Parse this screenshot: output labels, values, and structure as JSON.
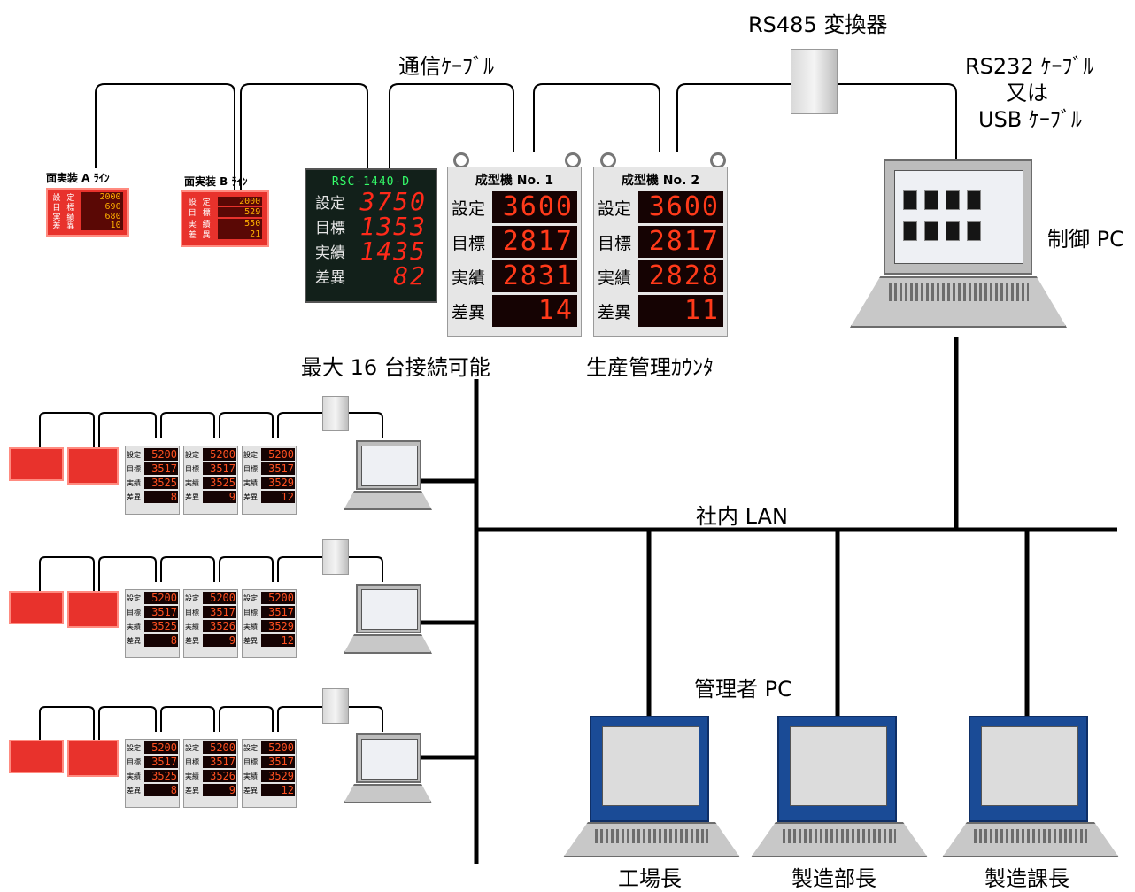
{
  "labels": {
    "converter": "RS485 変換器",
    "comm_cable": "通信ｹｰﾌﾞﾙ",
    "rs232_line1": "RS232 ｹｰﾌﾞﾙ",
    "rs232_line2": "又は",
    "rs232_line3": "USB ｹｰﾌﾞﾙ",
    "control_pc": "制御 PC",
    "max_units": "最大 16 台接続可能",
    "production_counter": "生産管理ｶｳﾝﾀ",
    "lan": "社内 LAN",
    "admin_pc": "管理者 PC",
    "pc_factory": "工場長",
    "pc_mfg_dept": "製造部長",
    "pc_mfg_section": "製造課長"
  },
  "boards": {
    "line_a": {
      "title": "面実装 A ﾗｲﾝ",
      "rows": [
        {
          "k": "設 定",
          "v": "2000"
        },
        {
          "k": "目 標",
          "v": "690"
        },
        {
          "k": "実 績",
          "v": "680"
        },
        {
          "k": "差 異",
          "v": "10"
        }
      ]
    },
    "line_b": {
      "title": "面実装 B ﾗｲﾝ",
      "rows": [
        {
          "k": "設 定",
          "v": "2000"
        },
        {
          "k": "目 標",
          "v": "529"
        },
        {
          "k": "実 績",
          "v": "550"
        },
        {
          "k": "差 異",
          "v": "21"
        }
      ]
    },
    "rsc": {
      "header": "RSC-1440-D",
      "rows": [
        {
          "k": "設定",
          "v": "3750"
        },
        {
          "k": "目標",
          "v": "1353"
        },
        {
          "k": "実績",
          "v": "1435"
        },
        {
          "k": "差異",
          "v": "82"
        }
      ]
    },
    "mold1": {
      "title": "成型機 No. 1",
      "rows": [
        {
          "k": "設定",
          "v": "3600"
        },
        {
          "k": "目標",
          "v": "2817"
        },
        {
          "k": "実績",
          "v": "2831"
        },
        {
          "k": "差異",
          "v": "14"
        }
      ]
    },
    "mold2": {
      "title": "成型機 No. 2",
      "rows": [
        {
          "k": "設定",
          "v": "3600"
        },
        {
          "k": "目標",
          "v": "2817"
        },
        {
          "k": "実績",
          "v": "2828"
        },
        {
          "k": "差異",
          "v": "11"
        }
      ]
    }
  },
  "mini_groups": [
    {
      "c1": [
        "5200",
        "3517",
        "3525",
        "8"
      ],
      "c2": [
        "5200",
        "3517",
        "3525",
        "9"
      ],
      "c3": [
        "5200",
        "3517",
        "3529",
        "12"
      ]
    },
    {
      "c1": [
        "5200",
        "3517",
        "3525",
        "8"
      ],
      "c2": [
        "5200",
        "3517",
        "3526",
        "9"
      ],
      "c3": [
        "5200",
        "3517",
        "3529",
        "12"
      ]
    },
    {
      "c1": [
        "5200",
        "3517",
        "3525",
        "8"
      ],
      "c2": [
        "5200",
        "3517",
        "3526",
        "9"
      ],
      "c3": [
        "5200",
        "3517",
        "3529",
        "12"
      ]
    }
  ],
  "mini_keys": [
    "設定",
    "目標",
    "実績",
    "差異"
  ]
}
